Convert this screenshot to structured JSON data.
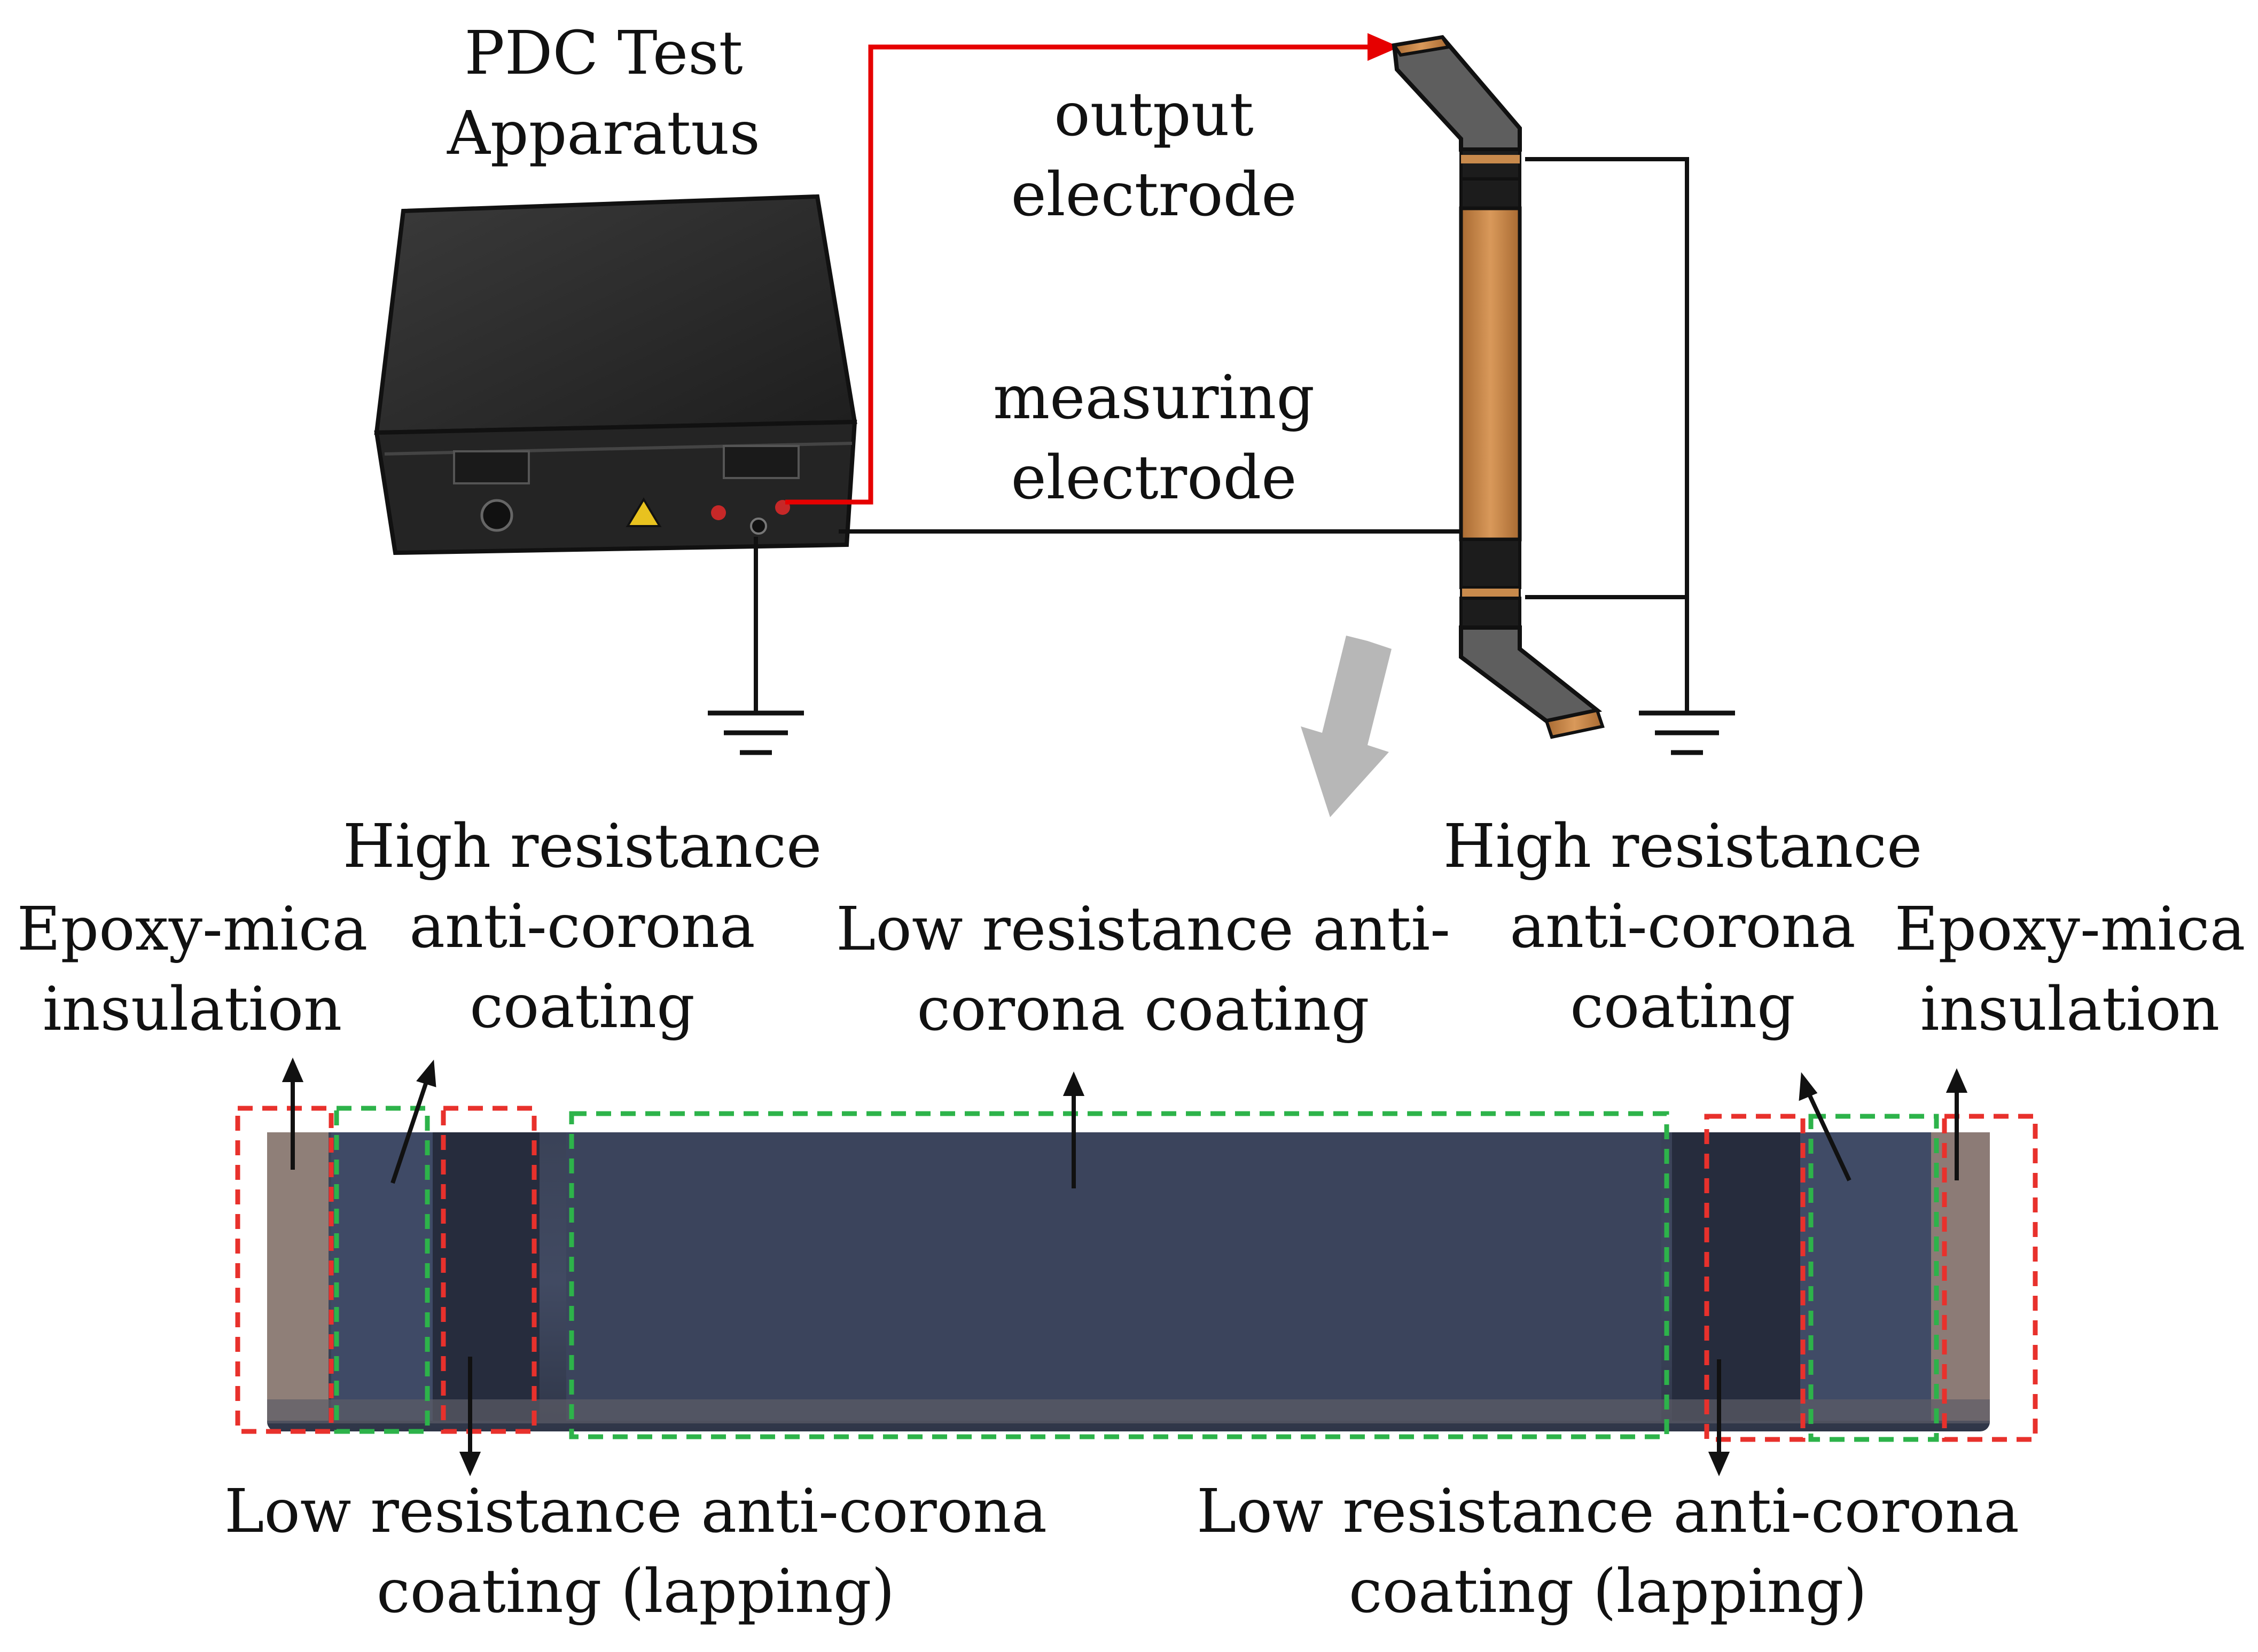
{
  "labels": {
    "apparatus": [
      "PDC Test",
      "Apparatus"
    ],
    "output_electrode": [
      "output",
      "electrode"
    ],
    "measuring_electrode": [
      "measuring",
      "electrode"
    ],
    "high_res_left": [
      "High resistance",
      "anti-corona",
      "coating"
    ],
    "epoxy_left": [
      "Epoxy-mica",
      "insulation"
    ],
    "low_res_top": [
      "Low resistance anti-",
      "corona coating"
    ],
    "high_res_right": [
      "High resistance",
      "anti-corona",
      "coating"
    ],
    "epoxy_right": [
      "Epoxy-mica",
      "insulation"
    ],
    "low_lap_left": [
      "Low resistance anti-corona",
      "coating (lapping)"
    ],
    "low_lap_right": [
      "Low resistance anti-corona",
      "coating (lapping)"
    ]
  },
  "colors": {
    "output_wire": "#e60000",
    "wire": "#111111",
    "dash_red": "#e8312c",
    "dash_green": "#2db34a",
    "coating_dark": "#2c3347",
    "coating_mid": "#3d455c",
    "copper": "#c88a4c",
    "device": "#2a2a2a"
  },
  "icons": {
    "ground": "ground-symbol-icon",
    "arrow": "grey-down-arrow-icon"
  }
}
